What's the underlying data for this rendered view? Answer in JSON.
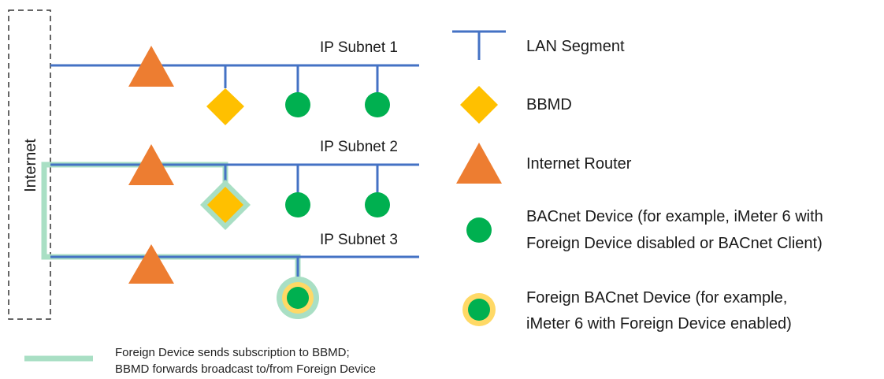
{
  "colors": {
    "lan_line": "#4472c4",
    "router": "#ed7d31",
    "bbmd": "#ffc000",
    "device": "#00b050",
    "foreign_ring": "#ffd966",
    "highlight_path": "#a9dfc4",
    "internet_border": "#333333"
  },
  "internet": {
    "label": "Internet"
  },
  "subnets": [
    {
      "label": "IP Subnet 1"
    },
    {
      "label": "IP Subnet 2"
    },
    {
      "label": "IP Subnet 3"
    }
  ],
  "legend": {
    "lan_segment": "LAN Segment",
    "bbmd": "BBMD",
    "internet_router": "Internet Router",
    "bacnet_device_line1": "BACnet Device (for example, iMeter 6 with",
    "bacnet_device_line2": "Foreign Device disabled or BACnet Client)",
    "foreign_device_line1": "Foreign BACnet Device (for example,",
    "foreign_device_line2": "iMeter 6 with Foreign Device enabled)"
  },
  "path_note": {
    "line1": "Foreign Device sends subscription to BBMD;",
    "line2": "BBMD forwards broadcast to/from Foreign Device"
  },
  "icons": {
    "router": "triangle-router-icon",
    "bbmd": "diamond-bbmd-icon",
    "device": "circle-device-icon",
    "foreign_device": "ringed-circle-foreign-device-icon",
    "lan_segment": "t-shaped-lan-segment-icon"
  }
}
